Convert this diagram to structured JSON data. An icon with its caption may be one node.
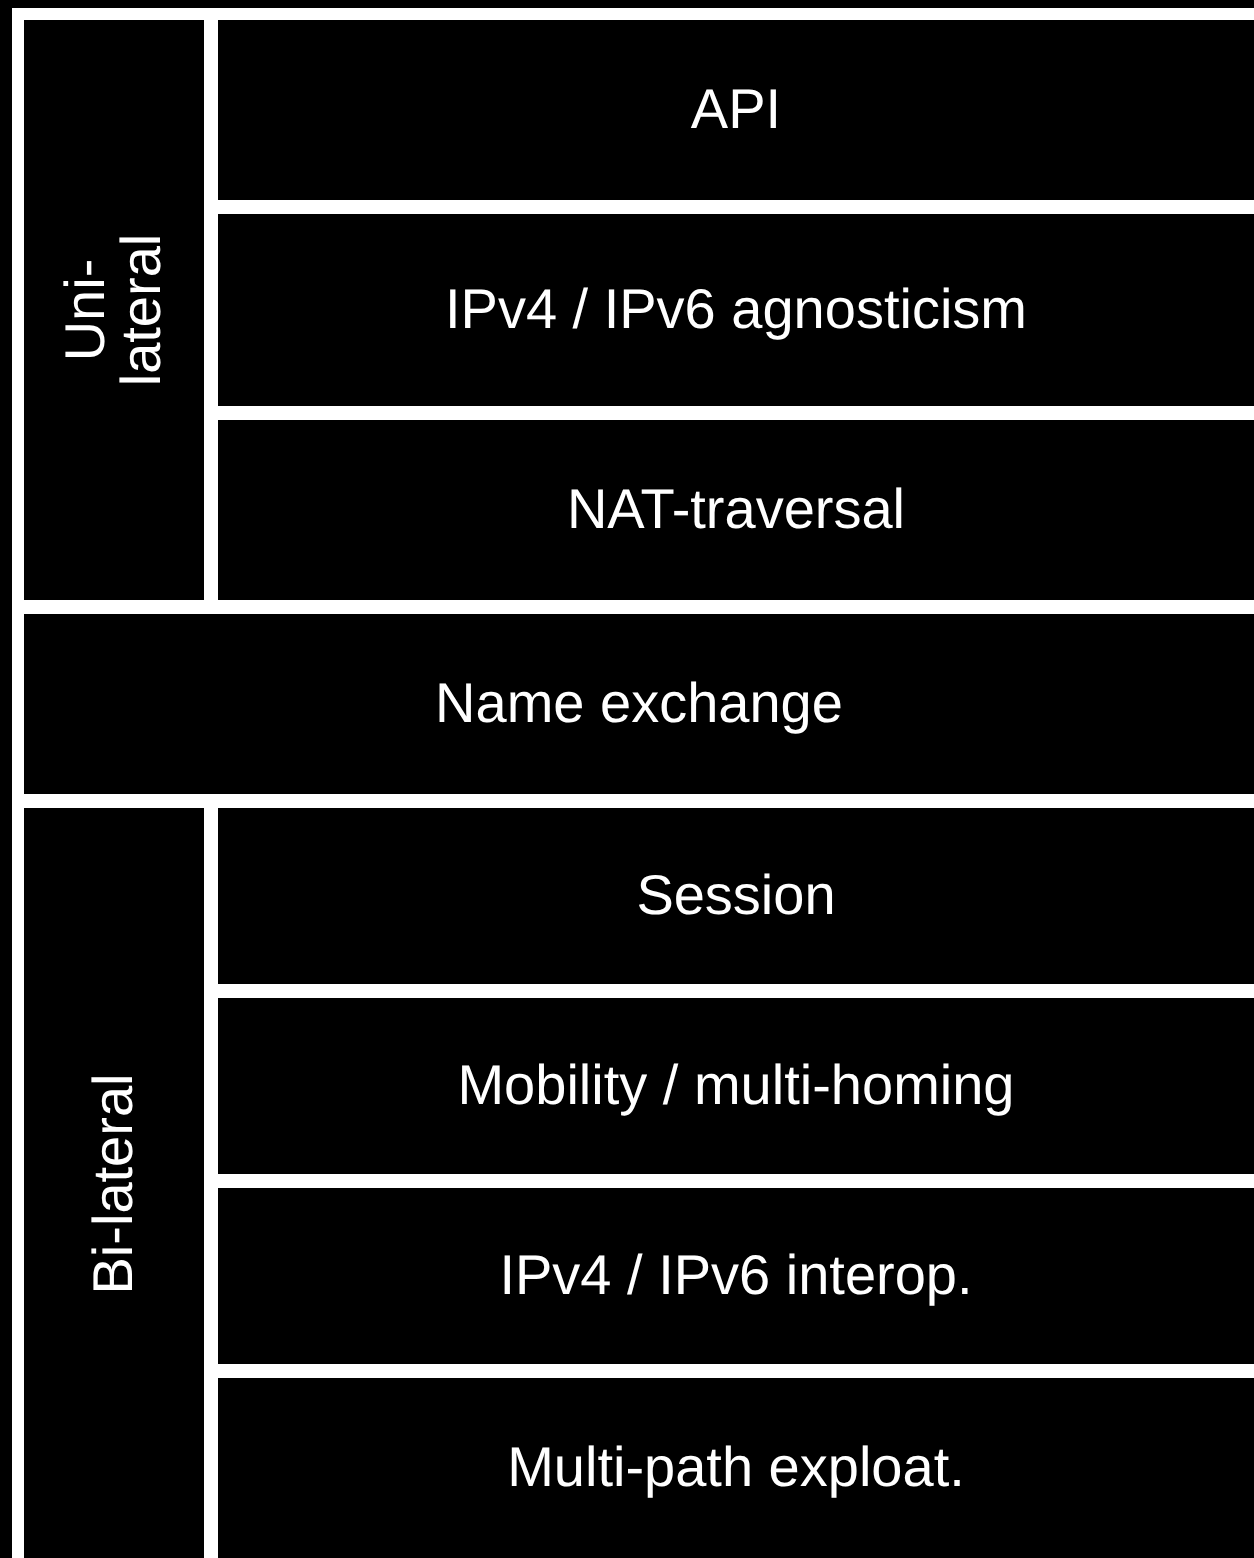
{
  "diagram": {
    "nodes": [
      {
        "text": [
          "Uni- lateral"
        ]
      },
      {
        "text": [
          "API"
        ],
        "in": 0
      },
      {
        "text": [
          "IPv4 / IPv6 agnosticism"
        ],
        "in": 0
      },
      {
        "text": [
          "NAT-traversal"
        ],
        "in": 0
      },
      {
        "text": [
          "Name exchange"
        ]
      },
      {
        "text": [
          "Bi-lateral"
        ]
      },
      {
        "text": [
          "Session"
        ],
        "in": 5
      },
      {
        "text": [
          "Mobility / multi-homing"
        ],
        "in": 5
      },
      {
        "text": [
          "IPv4 / IPv6 interop."
        ],
        "in": 5
      },
      {
        "text": [
          "Multi-path exploat."
        ],
        "in": 5
      }
    ]
  }
}
